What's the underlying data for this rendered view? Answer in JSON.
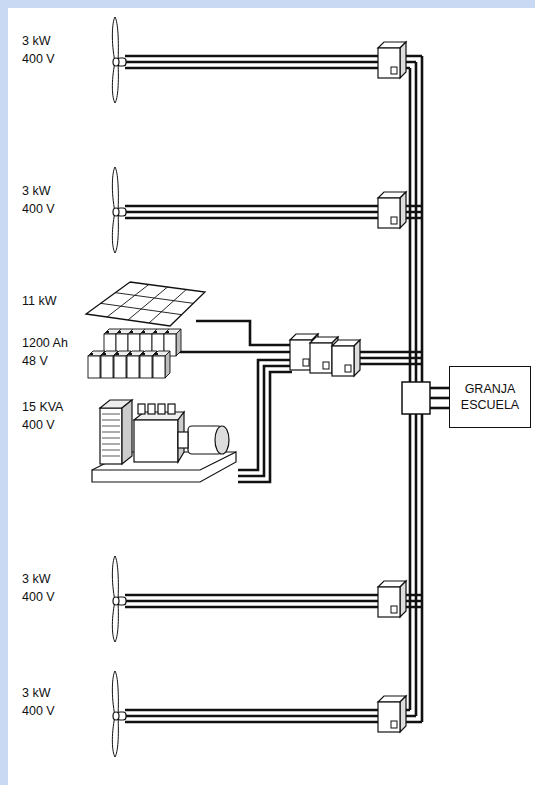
{
  "diagram": {
    "nodes": [
      {
        "text": [
          "GRANJA ESCUELA"
        ]
      }
    ],
    "labels": [
      "3 kW 400 V",
      "3 kW 400 V",
      "11 kW",
      "1200 Ah 48 V",
      "15 KVA 400 V",
      "3 kW 400 V",
      "3 kW 400 V"
    ]
  }
}
